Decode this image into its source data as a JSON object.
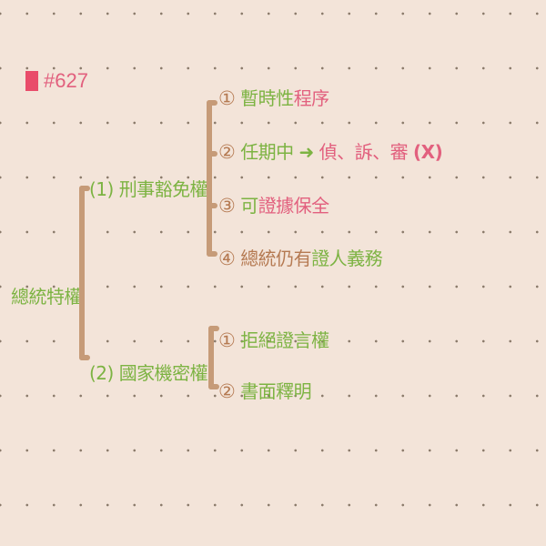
{
  "tag": {
    "id": "#627",
    "color": "#e94c6a"
  },
  "root": {
    "label": "總統特權"
  },
  "branches": [
    {
      "label": "(1) 刑事豁免權",
      "items": [
        {
          "num": "①",
          "parts": [
            "暫時性",
            "程序"
          ]
        },
        {
          "num": "②",
          "parts": [
            "任期中",
            "➜",
            "偵、訴、審",
            "(X)"
          ]
        },
        {
          "num": "③",
          "parts": [
            "可",
            "證據保全"
          ]
        },
        {
          "num": "④",
          "parts": [
            "總統仍有",
            "證人義務"
          ]
        }
      ]
    },
    {
      "label": "(2) 國家機密權",
      "items": [
        {
          "num": "①",
          "parts": [
            "拒絕證言權"
          ]
        },
        {
          "num": "②",
          "parts": [
            "書面釋明"
          ]
        }
      ]
    }
  ],
  "colors": {
    "green": "#7cb342",
    "pink": "#e2607e",
    "brown": "#b57a52",
    "background": "#f3e4d9"
  }
}
